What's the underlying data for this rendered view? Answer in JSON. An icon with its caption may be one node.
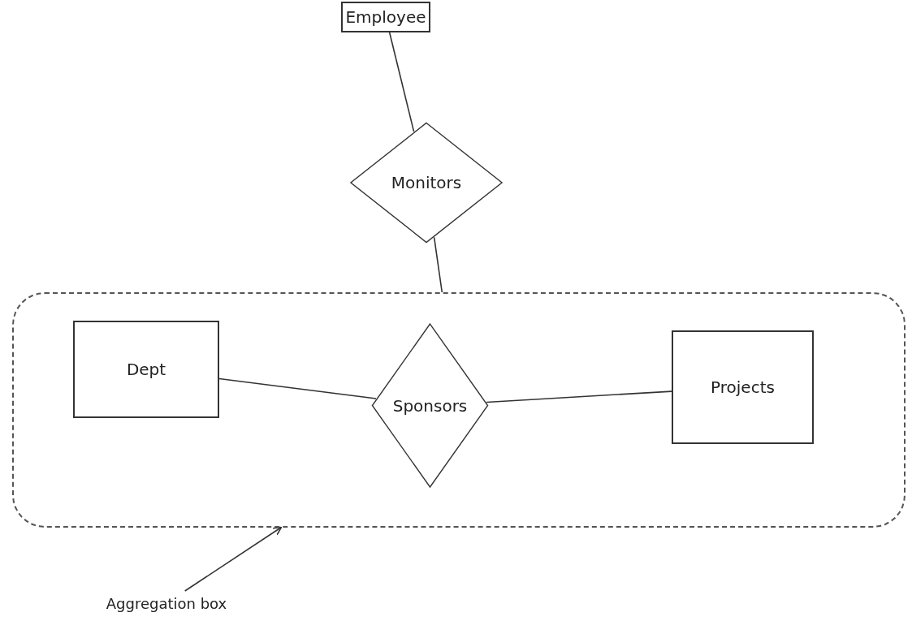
{
  "diagram": {
    "nodes": [
      {
        "text": [
          "Employee"
        ]
      },
      {
        "text": [
          "Monitors"
        ]
      },
      {
        "text": [],
        "shape": "box"
      },
      {
        "text": [
          "Dept"
        ],
        "in": 2
      },
      {
        "text": [
          "Sponsors"
        ],
        "in": 2
      },
      {
        "text": [
          "Projects"
        ],
        "in": 2
      },
      {
        "text": [
          "Aggregation box"
        ]
      }
    ],
    "edges": [
      {
        "from": 0,
        "to": 1,
        "arrow": "none"
      },
      {
        "from": 1,
        "to": 2,
        "arrow": "none"
      },
      {
        "from": 3,
        "to": 4,
        "arrow": "none"
      },
      {
        "from": 4,
        "to": 5,
        "arrow": "none"
      },
      {
        "from": 6,
        "to": 2,
        "arrow": "to"
      }
    ]
  }
}
